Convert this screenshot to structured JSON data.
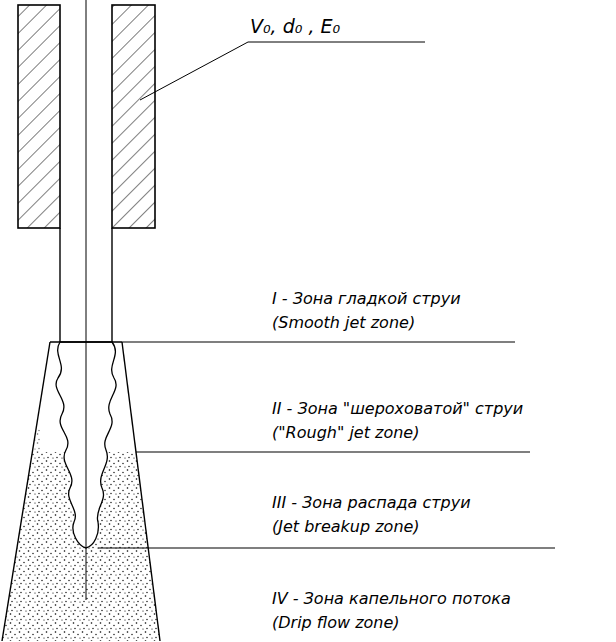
{
  "diagram": {
    "labels": [
      "V₀, d₀ , E₀",
      "I - Зона гладкой струи",
      "(Smooth jet zone)",
      "II - Зона \"шероховатой\" струи",
      "(\"Rough\" jet zone)",
      "III - Зона распада струи",
      "(Jet breakup zone)",
      "IV - Зона капельного потока",
      "(Drip flow zone)"
    ]
  }
}
